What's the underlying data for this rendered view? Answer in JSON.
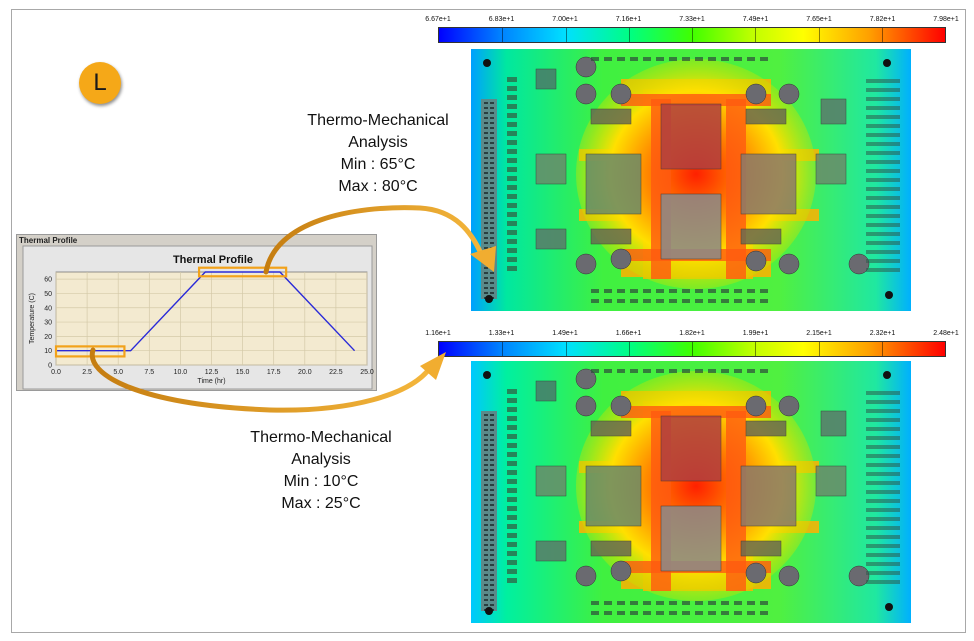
{
  "badge": "L",
  "top_analysis": {
    "line1": "Thermo-Mechanical",
    "line2": "Analysis",
    "min": "Min : 65°C",
    "max": "Max : 80°C"
  },
  "bottom_analysis": {
    "line1": "Thermo-Mechanical",
    "line2": "Analysis",
    "min": "Min : 10°C",
    "max": "Max : 25°C"
  },
  "panel_title": "Thermal Profile",
  "colorbar_top": [
    "6.67e+1",
    "6.83e+1",
    "7.00e+1",
    "7.16e+1",
    "7.33e+1",
    "7.49e+1",
    "7.65e+1",
    "7.82e+1",
    "7.98e+1"
  ],
  "colorbar_bottom": [
    "1.16e+1",
    "1.33e+1",
    "1.49e+1",
    "1.66e+1",
    "1.82e+1",
    "1.99e+1",
    "2.15e+1",
    "2.32e+1",
    "2.48e+1"
  ],
  "chart_data": {
    "type": "line",
    "title": "Thermal Profile",
    "xlabel": "Time (hr)",
    "ylabel": "Temperature (C)",
    "xlim": [
      0,
      25
    ],
    "ylim": [
      0,
      65
    ],
    "x_ticks": [
      "0.0",
      "2.5",
      "5.0",
      "7.5",
      "10.0",
      "12.5",
      "15.0",
      "17.5",
      "20.0",
      "22.5",
      "25.0"
    ],
    "y_ticks": [
      "0",
      "10",
      "20",
      "30",
      "40",
      "50",
      "60"
    ],
    "grid": true,
    "series": [
      {
        "x": [
          0,
          6,
          12,
          18,
          24
        ],
        "y": [
          10,
          10,
          65,
          65,
          10
        ],
        "color": "#2a2ad8"
      }
    ],
    "highlights": [
      {
        "x": [
          0,
          5.5
        ],
        "y": [
          6,
          13
        ]
      },
      {
        "x": [
          11.5,
          18.5
        ],
        "y": [
          62,
          68
        ]
      }
    ]
  },
  "colors": {
    "highlight": "#f2a21a",
    "arrow": "#e8a020"
  }
}
